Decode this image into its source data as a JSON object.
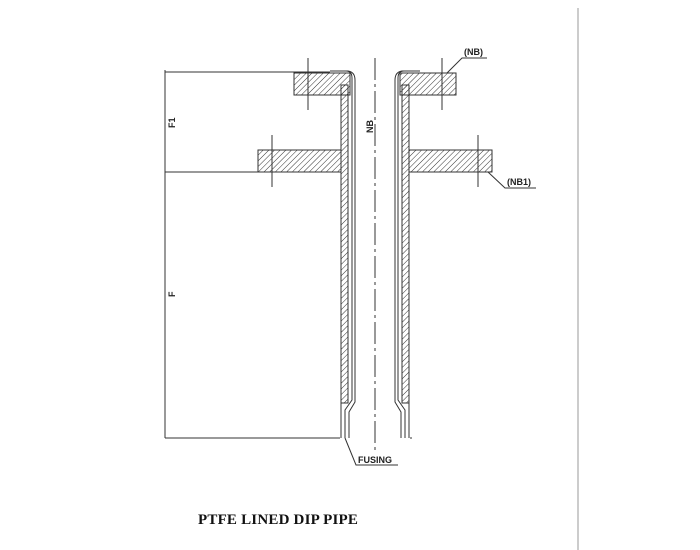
{
  "title": "PTFE LINED DIP PIPE",
  "labels": {
    "nb_top": "(NB)",
    "nb1": "(NB1)",
    "nb_center": "NB",
    "fusing": "FUSING",
    "dim_f1": "F1",
    "dim_f": "F"
  }
}
